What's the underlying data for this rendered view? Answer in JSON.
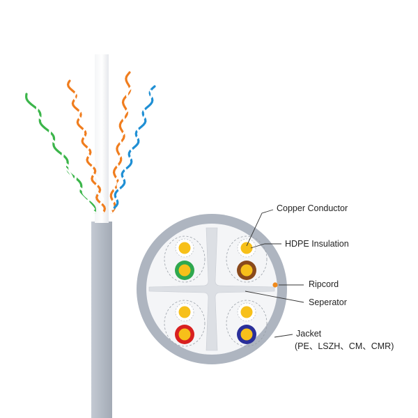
{
  "labels": {
    "copper_conductor": "Copper Conductor",
    "hdpe_insulation": "HDPE Insulation",
    "ripcord": "Ripcord",
    "separator": "Seperator",
    "jacket": "Jacket",
    "jacket_materials": "(PE、LSZH、CM、CMR)"
  },
  "colors": {
    "jacket": "#aeb5c0",
    "jacket_inner": "#f4f5f7",
    "separator": "#dcdfe4",
    "copper": "#f7c01a",
    "ripcord": "#f08a1c",
    "pair_1": "#2fa84f",
    "pair_2": "#8a4a1c",
    "pair_3": "#d82020",
    "pair_4": "#2a2f9a",
    "wire_green": "#3bb54a",
    "wire_orange": "#f07d1e",
    "wire_blue": "#1f8fd4"
  }
}
